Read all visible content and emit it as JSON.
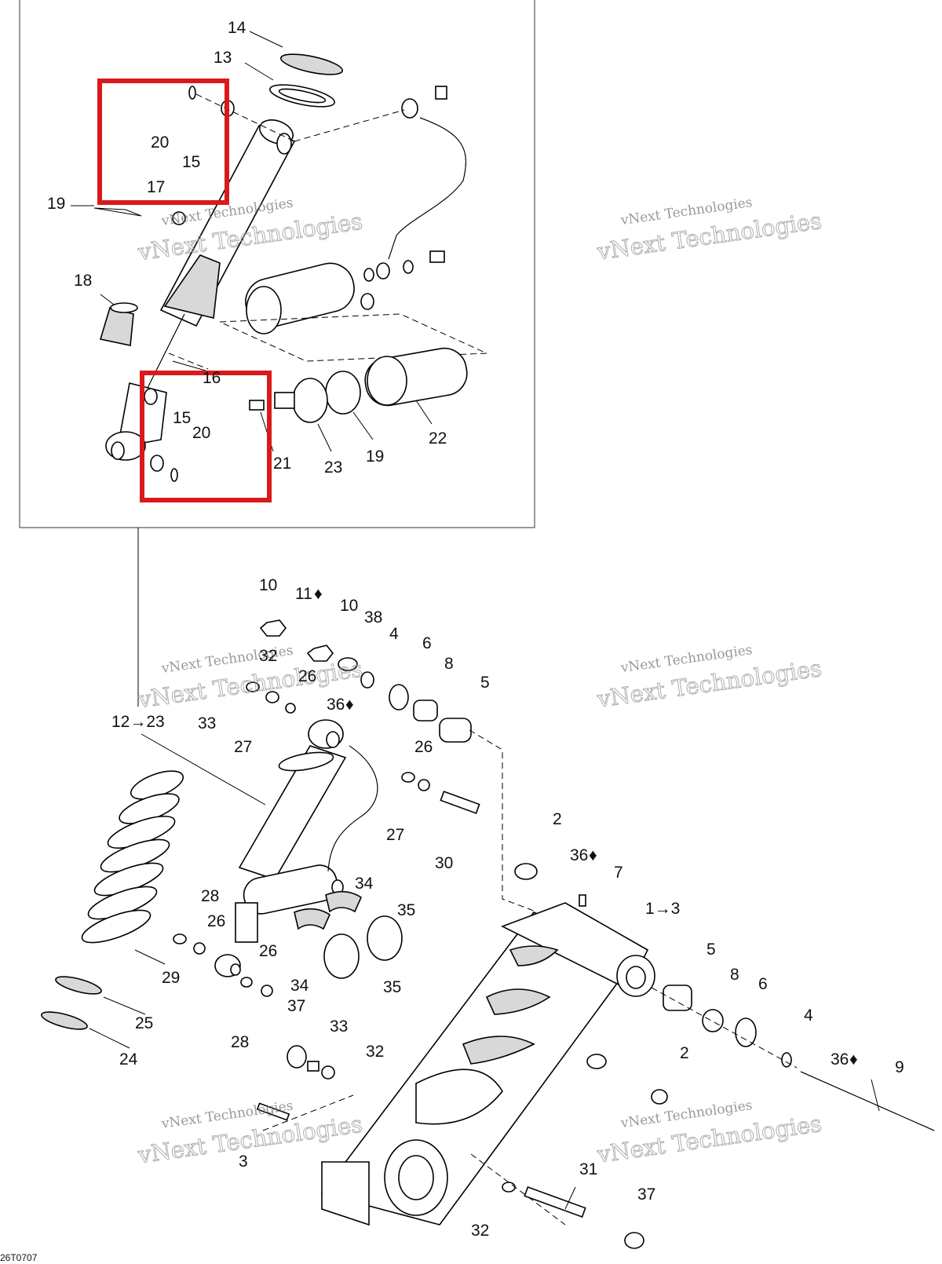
{
  "diagram": {
    "code": "26T0707",
    "watermarks": [
      {
        "line1": "vNext Technologies",
        "line2": "vNext Technologies"
      },
      {
        "line1": "vNext Technologies",
        "line2": "vNext Technologies"
      },
      {
        "line1": "vNext Technologies",
        "line2": "vNext Technologies"
      },
      {
        "line1": "vNext Technologies",
        "line2": "vNext Technologies"
      },
      {
        "line1": "vNext Technologies",
        "line2": "vNext Technologies"
      },
      {
        "line1": "vNext Technologies",
        "line2": "vNext Technologies"
      }
    ],
    "highlight_color": "#d9191c",
    "inset_callouts": [
      "14",
      "13",
      "20",
      "15",
      "17",
      "19",
      "18",
      "16",
      "15",
      "20",
      "21",
      "23",
      "19",
      "22"
    ],
    "main_callouts": [
      "10",
      "11",
      "10",
      "38",
      "4",
      "6",
      "8",
      "5",
      "32",
      "26",
      "36",
      "33",
      "27",
      "12→23",
      "26",
      "27",
      "30",
      "2",
      "36",
      "7",
      "1→3",
      "28",
      "26",
      "34",
      "35",
      "29",
      "26",
      "34",
      "35",
      "5",
      "8",
      "6",
      "37",
      "25",
      "33",
      "4",
      "36",
      "32",
      "28",
      "24",
      "2",
      "9",
      "3",
      "31",
      "37",
      "32"
    ]
  }
}
